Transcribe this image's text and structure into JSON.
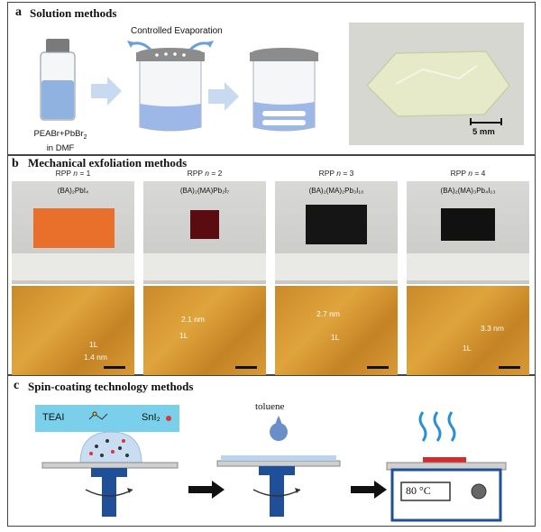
{
  "panel_a": {
    "label": "a",
    "title": "Solution methods",
    "evaporation_label": "Controlled Evaporation",
    "vial_caption_line1": "PEABr+PbBr",
    "vial_caption_sub": "2",
    "vial_caption_line2": "in DMF",
    "crystal_scale": "5 mm"
  },
  "panel_b": {
    "label": "b",
    "title": "Mechanical exfoliation methods",
    "samples": [
      {
        "rpp": "RPP ",
        "n": "n",
        "eq": " = 1",
        "formula": "(BA)₂PbI₄",
        "color": "#e8702a",
        "afm_labels": [
          "1L",
          "1.4 nm"
        ]
      },
      {
        "rpp": "RPP ",
        "n": "n",
        "eq": " = 2",
        "formula": "(BA)₂(MA)Pb₂I₇",
        "color": "#5a0c10",
        "afm_labels": [
          "2.1 nm",
          "1L"
        ]
      },
      {
        "rpp": "RPP ",
        "n": "n",
        "eq": " = 3",
        "formula": "(BA)₂(MA)₂Pb₃I₁₀",
        "color": "#151515",
        "afm_labels": [
          "2.7 nm",
          "1L"
        ]
      },
      {
        "rpp": "RPP ",
        "n": "n",
        "eq": " = 4",
        "formula": "(BA)₂(MA)₃Pb₄I₁₃",
        "color": "#111111",
        "afm_labels": [
          "3.3 nm",
          "1L"
        ]
      }
    ]
  },
  "panel_c": {
    "label": "c",
    "title": "Spin-coating technology methods",
    "teai": "TEAI",
    "sni2": "SnI₂",
    "toluene": "toluene",
    "temperature": "80 °C"
  }
}
